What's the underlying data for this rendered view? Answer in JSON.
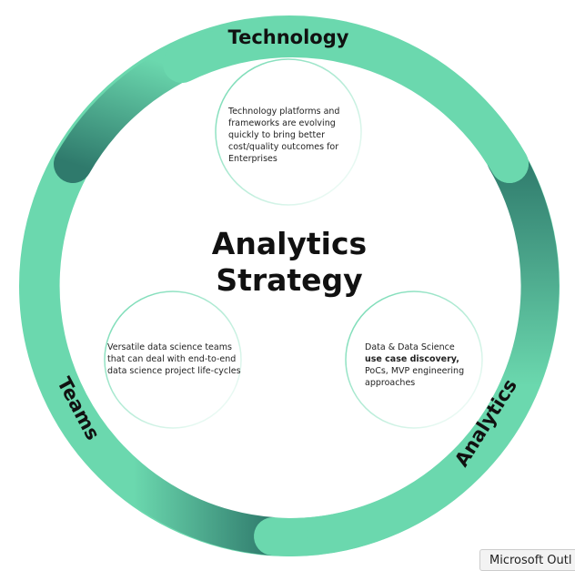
{
  "diagram": {
    "title_line1": "Analytics",
    "title_line2": "Strategy",
    "segments": [
      {
        "label": "Technology",
        "description": "Technology platforms and frameworks are evolving quickly to bring better cost/quality outcomes for Enterprises"
      },
      {
        "label": "Analytics",
        "description_plain": "Data & Data Science",
        "description_bold": "use case discovery,",
        "description_rest": "PoCs, MVP engineering approaches"
      },
      {
        "label": "Teams",
        "description": "Versatile data science teams that can deal with end-to-end data science project life-cycles"
      }
    ],
    "colors": {
      "ring": "#6bd8ae",
      "ring_dark": "#2f7a6c",
      "text": "#111111"
    }
  },
  "tooltip": {
    "text": "Microsoft Outl"
  }
}
